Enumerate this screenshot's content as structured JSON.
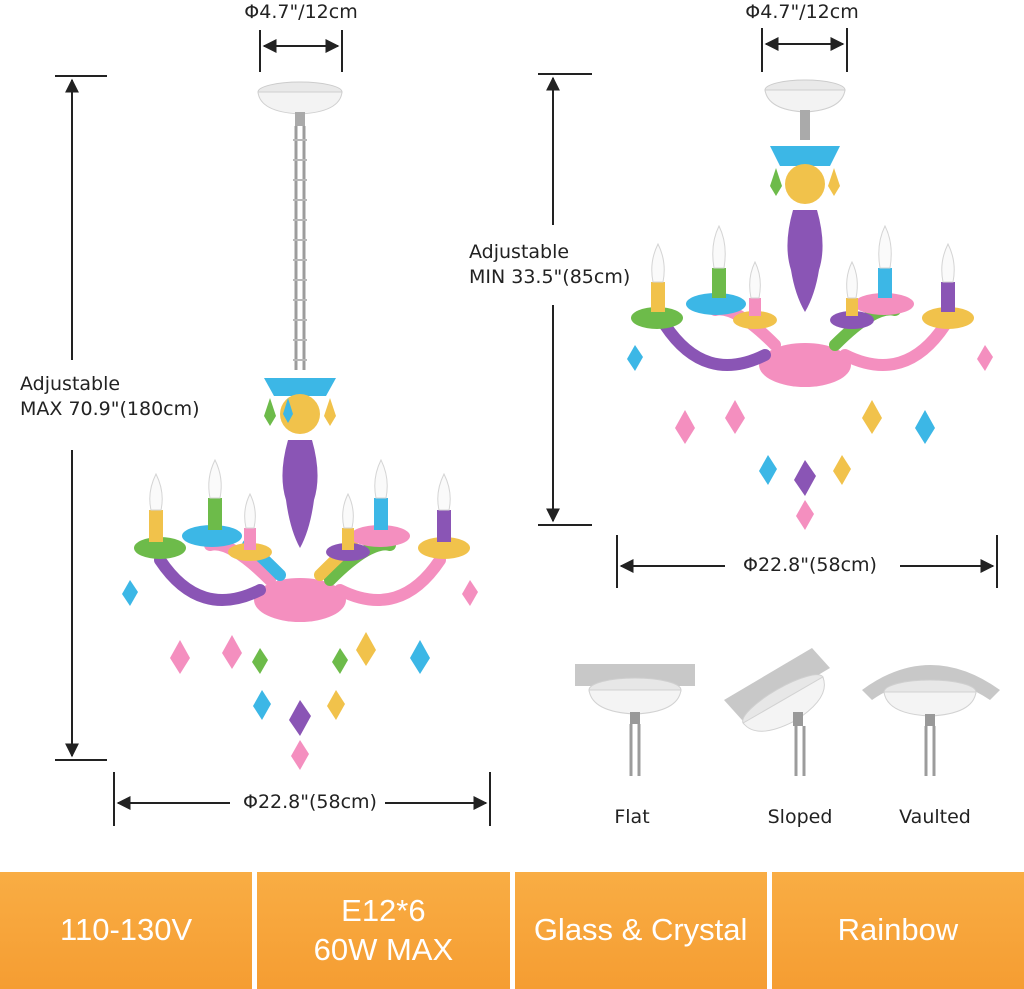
{
  "left": {
    "canopy_dim": "Φ4.7\"/12cm",
    "height_label": "Adjustable",
    "height_value": "MAX 70.9\"(180cm)",
    "width_dim": "Φ22.8\"(58cm)"
  },
  "right": {
    "canopy_dim": "Φ4.7\"/12cm",
    "height_label": "Adjustable",
    "height_value": "MIN 33.5\"(85cm)",
    "width_dim": "Φ22.8\"(58cm)"
  },
  "ceiling_types": [
    "Flat",
    "Sloped",
    "Vaulted"
  ],
  "specs": [
    {
      "line1": "110-130V",
      "line2": ""
    },
    {
      "line1": "E12*6",
      "line2": "60W MAX"
    },
    {
      "line1": "Glass & Crystal",
      "line2": ""
    },
    {
      "line1": "Rainbow",
      "line2": ""
    }
  ],
  "colors": {
    "spec_bar": "#f5a13a",
    "crystal_pink": "#f48fbf",
    "crystal_blue": "#3cb7e6",
    "crystal_purple": "#8a55b5",
    "crystal_yellow": "#f1c24b",
    "crystal_green": "#6dbb4a"
  }
}
